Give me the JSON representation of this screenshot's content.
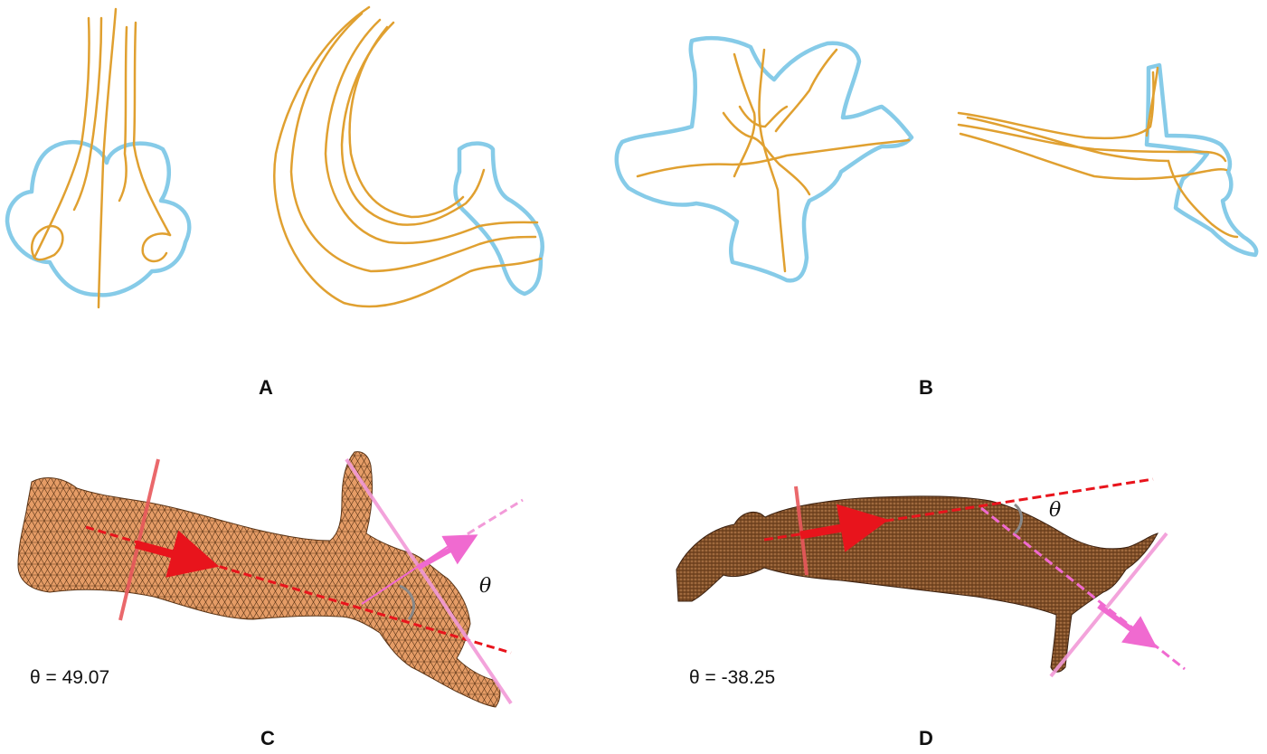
{
  "panels": {
    "a": {
      "label": "A"
    },
    "b": {
      "label": "B"
    },
    "c": {
      "label": "C",
      "angle_symbol": "θ",
      "angle_readout": "θ = 49.07"
    },
    "d": {
      "label": "D",
      "angle_symbol": "θ",
      "angle_readout": "θ = -38.25"
    }
  },
  "colors": {
    "centerline": "#e0a030",
    "outline": "#86cbe8",
    "mesh_fill": "#e59c66",
    "mesh_edge": "#5a3416",
    "dense_mesh": "#7a4a24",
    "axis_red": "#e8141c",
    "plane_red": "#e8585c",
    "axis_pink": "#f06ad0",
    "plane_pink": "#f29ad8",
    "angle_arc": "#888888"
  }
}
